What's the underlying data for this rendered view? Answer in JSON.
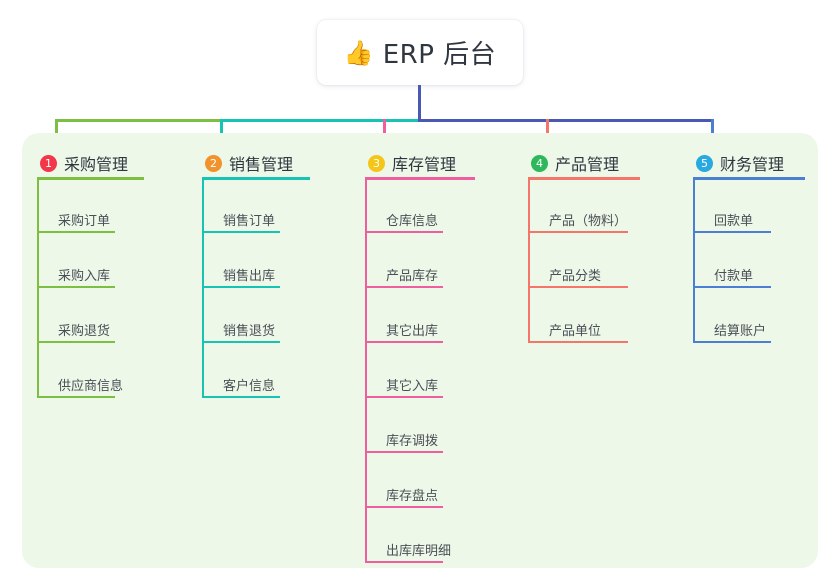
{
  "root": {
    "emoji": "👍",
    "icon_name": "thumbs-up-icon",
    "title": "ERP 后台"
  },
  "colors": {
    "panel_bg": "#eef8e9",
    "page_bg": "#ffffff",
    "stem_blue": "#4a58b5",
    "green": "#7cbf43",
    "teal": "#17c3b2",
    "pink": "#ef5fa0",
    "salmon": "#f4766b",
    "blue": "#4a7fd4",
    "text": "#2f3640",
    "leaf_text": "#4a4f57"
  },
  "columns": [
    {
      "index": "1",
      "title": "采购管理",
      "badge_color": "#f2374a",
      "line_color": "#7cbf43",
      "items": [
        "采购订单",
        "采购入库",
        "采购退货",
        "供应商信息"
      ]
    },
    {
      "index": "2",
      "title": "销售管理",
      "badge_color": "#f2922c",
      "line_color": "#17c3b2",
      "items": [
        "销售订单",
        "销售出库",
        "销售退货",
        "客户信息"
      ]
    },
    {
      "index": "3",
      "title": "库存管理",
      "badge_color": "#f5c518",
      "line_color": "#ef5fa0",
      "items": [
        "仓库信息",
        "产品库存",
        "其它出库",
        "其它入库",
        "库存调拨",
        "库存盘点",
        "出库库明细"
      ]
    },
    {
      "index": "4",
      "title": "产品管理",
      "badge_color": "#2eb85c",
      "line_color": "#f4766b",
      "items": [
        "产品（物料）",
        "产品分类",
        "产品单位"
      ]
    },
    {
      "index": "5",
      "title": "财务管理",
      "badge_color": "#2aa9e0",
      "line_color": "#4a7fd4",
      "items": [
        "回款单",
        "付款单",
        "结算账户"
      ]
    }
  ]
}
